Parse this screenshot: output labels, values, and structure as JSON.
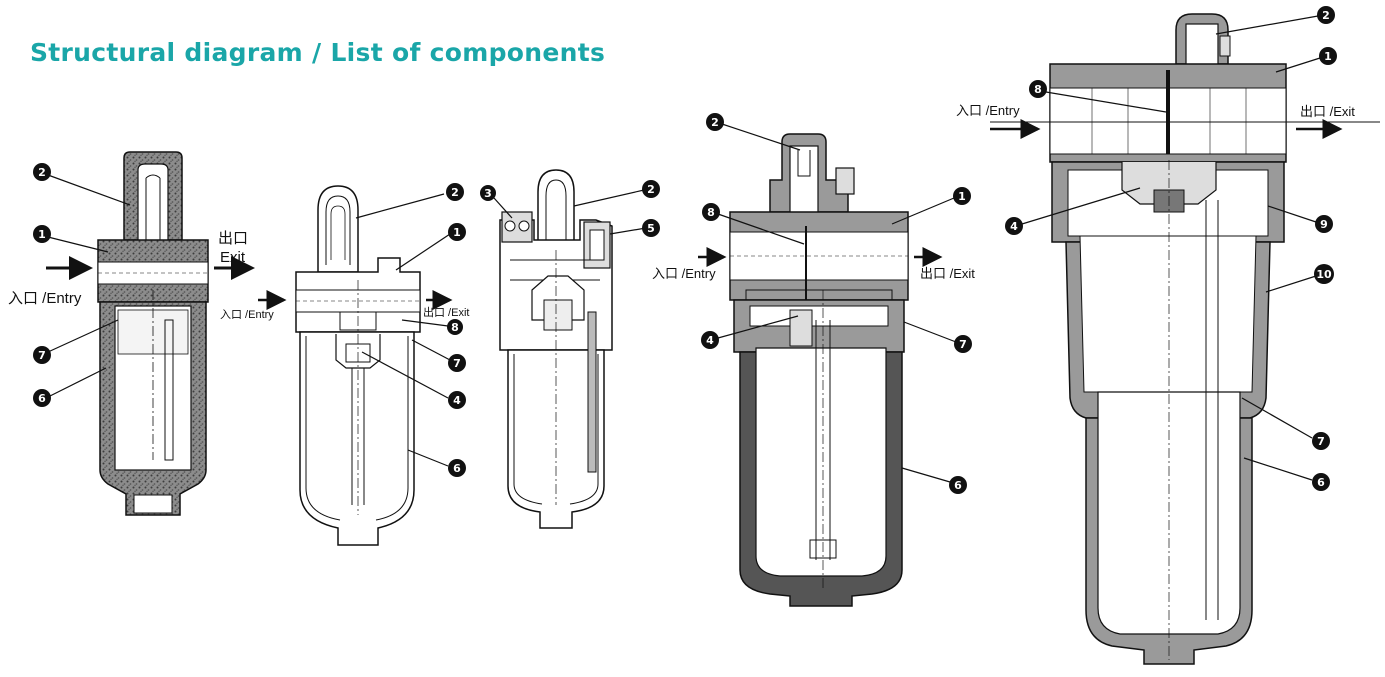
{
  "title": "Structural diagram / List of components",
  "port_labels": {
    "entry": "入口 /Entry",
    "exit": "出口 /Exit",
    "exit_cn": "出口",
    "exit_en": "Exit"
  },
  "colors": {
    "title": "#1aa6a8",
    "ink": "#111111",
    "shade": "#9a9a9a",
    "grain": "#6a6a6a",
    "dark_bowl": "#555555"
  },
  "diagrams": [
    {
      "id": "filter-1",
      "callouts": [
        {
          "n": "2"
        },
        {
          "n": "1"
        },
        {
          "n": "7"
        },
        {
          "n": "6"
        }
      ]
    },
    {
      "id": "filter-2",
      "callouts": [
        {
          "n": "2"
        },
        {
          "n": "1"
        },
        {
          "n": "8"
        },
        {
          "n": "7"
        },
        {
          "n": "4"
        },
        {
          "n": "6"
        }
      ]
    },
    {
      "id": "filter-3",
      "callouts": [
        {
          "n": "3"
        },
        {
          "n": "2"
        },
        {
          "n": "5"
        }
      ]
    },
    {
      "id": "lubricator-4",
      "callouts": [
        {
          "n": "2"
        },
        {
          "n": "1"
        },
        {
          "n": "8"
        },
        {
          "n": "4"
        },
        {
          "n": "7"
        },
        {
          "n": "6"
        }
      ]
    },
    {
      "id": "lubricator-5",
      "callouts": [
        {
          "n": "2"
        },
        {
          "n": "1"
        },
        {
          "n": "8"
        },
        {
          "n": "4"
        },
        {
          "n": "9"
        },
        {
          "n": "10"
        },
        {
          "n": "7"
        },
        {
          "n": "6"
        }
      ]
    }
  ]
}
